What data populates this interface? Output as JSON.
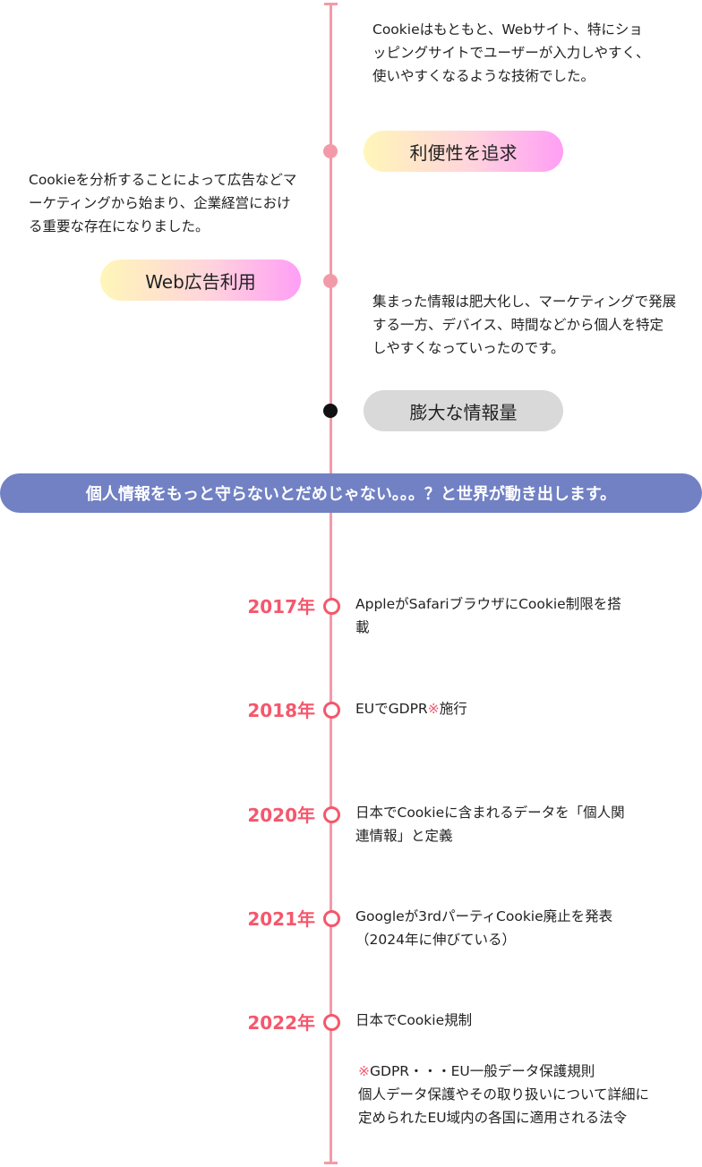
{
  "top": {
    "convenience_text": "Cookieはもともと、Webサイト、特にショッピングサイトでユーザーが入力しやすく、使いやすくなるような技術でした。",
    "convenience_label": "利便性を追求",
    "ads_text": "Cookieを分析することによって広告などマーケティングから始まり、企業経営における重要な存在になりました。",
    "ads_label": "Web広告利用",
    "data_text": "集まった情報は肥大化し、マーケティングで発展する一方、デバイス、時間などから個人を特定しやすくなっていったのです。",
    "data_label": "膨大な情報量"
  },
  "banner": "個人情報をもっと守らないとだめじゃない。。。？と世界が動き出します。",
  "timeline": [
    {
      "year": "2017年",
      "text": "AppleがSafariブラウザにCookie制限を搭載"
    },
    {
      "year": "2018年",
      "text_before": "EUでGDPR",
      "mark": "※",
      "text_after": "施行"
    },
    {
      "year": "2020年",
      "text": "日本でCookieに含まれるデータを「個人関連情報」と定義"
    },
    {
      "year": "2021年",
      "text": "Googleが3rdパーティCookie廃止を発表（2024年に伸びている）"
    },
    {
      "year": "2022年",
      "text": "日本でCookie規制"
    }
  ],
  "note": {
    "mark": "※",
    "line1": "GDPR・・・EU一般データ保護規則",
    "line2": "個人データ保護やその取り扱いについて詳細に定められたEU域内の各国に適用される法令"
  },
  "colors": {
    "timeline_line": "#f39aa8",
    "year_accent": "#f5576c",
    "banner_bg": "#7181c4",
    "pill_gray": "#d9d9d9"
  }
}
